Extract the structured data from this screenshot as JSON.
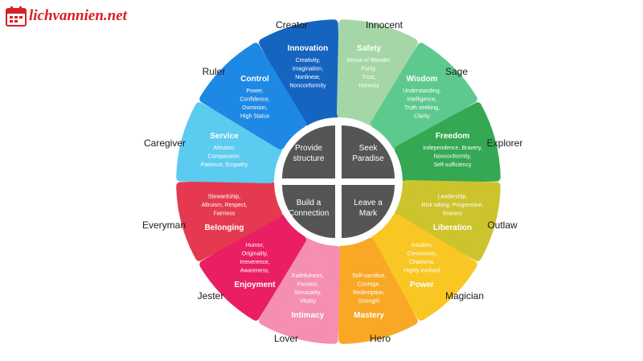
{
  "logo": {
    "text": "lichvannien.net"
  },
  "center": [
    {
      "id": "tl",
      "lines": [
        "Provide",
        "structure"
      ]
    },
    {
      "id": "tr",
      "lines": [
        "Seek",
        "Paradise"
      ]
    },
    {
      "id": "bl",
      "lines": [
        "Build a",
        "Connection"
      ]
    },
    {
      "id": "br",
      "lines": [
        "Leave a",
        "Mark"
      ]
    }
  ],
  "segments": [
    {
      "name": "Innovation",
      "items": [
        "Creativity,",
        "Imagination,",
        "Nonlinear,",
        "Nonconformity"
      ],
      "archetype": "Creator",
      "color": "#1565c0"
    },
    {
      "name": "Safety",
      "items": [
        "Sense of Wonder,",
        "Purity,",
        "Trust,",
        "Honesty"
      ],
      "archetype": "Innocent",
      "color": "#a5d6a7"
    },
    {
      "name": "Wisdom",
      "items": [
        "Understanding,",
        "Intelligence,",
        "Truth seeking,",
        "Clarity"
      ],
      "archetype": "Sage",
      "color": "#5ec98e"
    },
    {
      "name": "Freedom",
      "items": [
        "Independence, Bravery,",
        "Nonconformity,",
        "Self-sufficiency"
      ],
      "archetype": "Explorer",
      "color": "#34a853"
    },
    {
      "name": "Liberation",
      "items": [
        "Leadership,",
        "Risk taking, Progressive,",
        "Bravery"
      ],
      "archetype": "Outlaw",
      "color": "#cdc32d"
    },
    {
      "name": "Power",
      "items": [
        "Intuition,",
        "Cleverness,",
        "Charisma,",
        "Highly evolved"
      ],
      "archetype": "Magician",
      "color": "#f9c623"
    },
    {
      "name": "Mastery",
      "items": [
        "Self-sacrifice,",
        "Courage,",
        "Redemption,",
        "Strength"
      ],
      "archetype": "Hero",
      "color": "#f9a825"
    },
    {
      "name": "Intimacy",
      "items": [
        "Faithfulness,",
        "Passion,",
        "Sensuality,",
        "Vitality"
      ],
      "archetype": "Lover",
      "color": "#f48fb1"
    },
    {
      "name": "Enjoyment",
      "items": [
        "Humor,",
        "Originality,",
        "Irreverence,",
        "Awareness,"
      ],
      "archetype": "Jester",
      "color": "#e91e63"
    },
    {
      "name": "Belonging",
      "items": [
        "Stewardship,",
        "Altruism, Respect,",
        "Fairness"
      ],
      "archetype": "Everyman",
      "color": "#e53950"
    },
    {
      "name": "Service",
      "items": [
        "Altruism,",
        "Compassion,",
        "Patience, Empathy"
      ],
      "archetype": "Caregiver",
      "color": "#5ccbf0"
    },
    {
      "name": "Control",
      "items": [
        "Power,",
        "Confidence,",
        "Dominion,",
        "High Status"
      ],
      "archetype": "Ruler",
      "color": "#1e88e5"
    }
  ],
  "colors": {
    "center": "#555555",
    "logo": "#d81f26"
  }
}
